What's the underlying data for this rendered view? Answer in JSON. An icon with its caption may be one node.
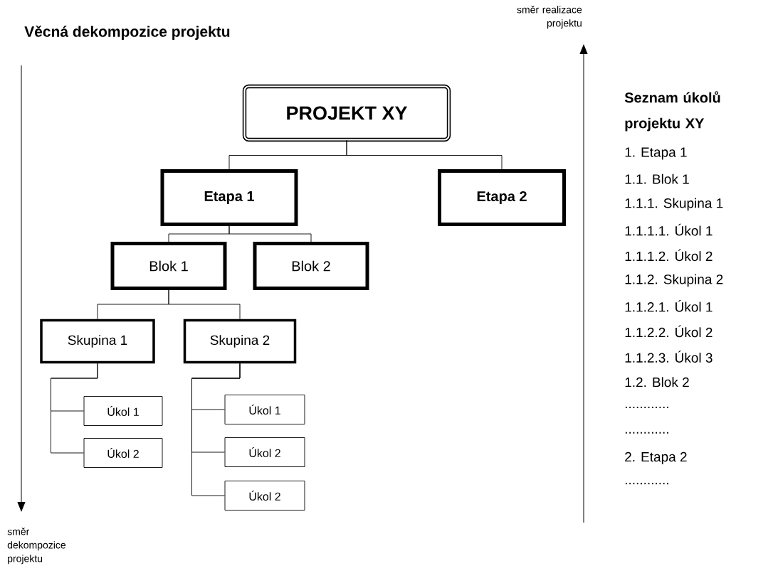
{
  "diagram": {
    "title": "Věcná dekompozice projektu",
    "nodes": [
      {
        "text": [
          "PROJEKT XY"
        ]
      },
      {
        "text": [
          "Etapa 1"
        ]
      },
      {
        "text": [
          "Etapa 2"
        ]
      },
      {
        "text": [
          "Blok 1"
        ]
      },
      {
        "text": [
          "Blok 2"
        ]
      },
      {
        "text": [
          "Skupina 1"
        ]
      },
      {
        "text": [
          "Skupina 2"
        ]
      },
      {
        "text": [
          "Úkol 1"
        ]
      },
      {
        "text": [
          "Úkol 2"
        ]
      },
      {
        "text": [
          "Úkol 1"
        ]
      },
      {
        "text": [
          "Úkol 2"
        ]
      },
      {
        "text": [
          "Úkol 2"
        ]
      }
    ],
    "edges": [
      {
        "from": 0,
        "to": 1,
        "arrow": "none"
      },
      {
        "from": 0,
        "to": 2,
        "arrow": "none"
      },
      {
        "from": 1,
        "to": 3,
        "arrow": "none"
      },
      {
        "from": 1,
        "to": 4,
        "arrow": "none"
      },
      {
        "from": 3,
        "to": 5,
        "arrow": "none"
      },
      {
        "from": 3,
        "to": 6,
        "arrow": "none"
      },
      {
        "from": 5,
        "to": 7,
        "arrow": "none"
      },
      {
        "from": 5,
        "to": 8,
        "arrow": "none"
      },
      {
        "from": 6,
        "to": 9,
        "arrow": "none"
      },
      {
        "from": 6,
        "to": 10,
        "arrow": "none"
      },
      {
        "from": 6,
        "to": 11,
        "arrow": "none"
      }
    ],
    "labels": [
      "směr realizace projektu",
      "Seznam úkolů projektu XY",
      "1. Etapa 1",
      "1.1. Blok 1",
      "1.1.1. Skupina 1",
      "1.1.1.1. Úkol 1",
      "1.1.1.2. Úkol 2",
      "1.1.2. Skupina 2",
      "1.1.2.1. Úkol 1",
      "1.1.2.2. Úkol 2",
      "1.1.2.3. Úkol 3",
      "1.2. Blok 2",
      "............",
      "............",
      "2. Etapa 2",
      "............",
      "směr dekompozice projektu"
    ]
  }
}
